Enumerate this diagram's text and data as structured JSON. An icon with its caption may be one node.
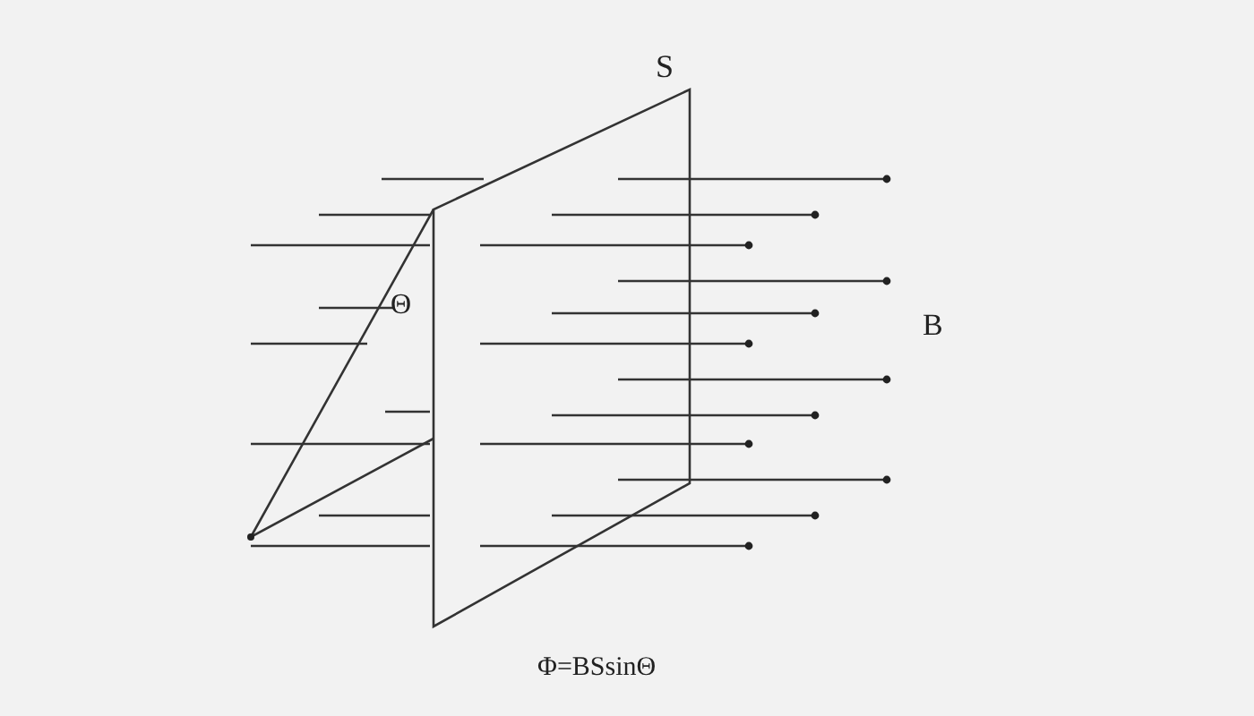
{
  "diagram": {
    "labels": [
      "S",
      "Θ",
      "B",
      "Φ=BSsinΘ"
    ]
  }
}
